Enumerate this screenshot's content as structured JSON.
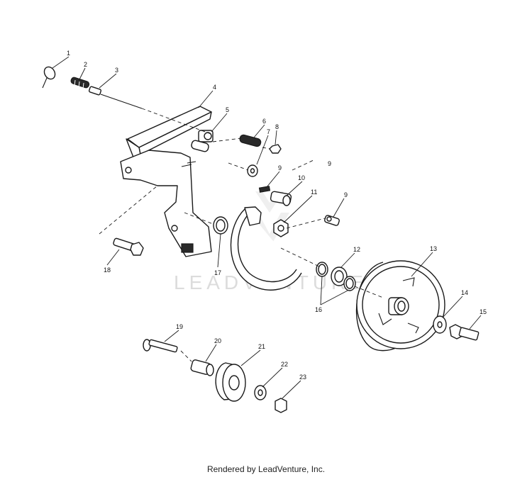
{
  "watermark": "LEADVENTURE",
  "footer": "Rendered by LeadVenture, Inc.",
  "callouts": [
    "1",
    "2",
    "3",
    "4",
    "5",
    "6",
    "7",
    "8",
    "9",
    "9",
    "10",
    "11",
    "9",
    "12",
    "13",
    "14",
    "15",
    "16",
    "17",
    "18",
    "19",
    "20",
    "21",
    "22",
    "23"
  ]
}
